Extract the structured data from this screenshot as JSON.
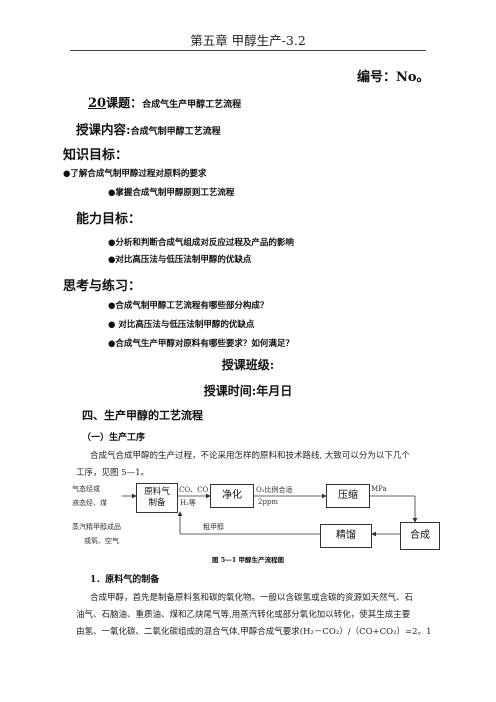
{
  "header": {
    "title": "第五章  甲醇生产-3.2"
  },
  "serial": "编号：No。",
  "topic": {
    "number": "20",
    "label": "课题：",
    "title": "合成气生产甲醇工艺流程"
  },
  "content": {
    "label": "授课内容:",
    "value": "合成气制甲醇工艺流程"
  },
  "knowledge": {
    "heading": "知识目标：",
    "items": [
      "●了解合成气制甲醇过程对原料的要求",
      "●掌握合成气制甲醇原则工艺流程"
    ]
  },
  "ability": {
    "heading": "能力目标：",
    "items": [
      "●分析和判断合成气组成对反应过程及产品的影响",
      "●对比高压法与低压法制甲醇的优缺点"
    ]
  },
  "practice": {
    "heading": "思考与练习：",
    "items": [
      "●合成气制甲醇工艺流程有哪些部分构成？",
      "●  对比高压法与低压法制甲醇的优缺点",
      "●合成气生产甲醇对原料有哪些要求？如何满足？"
    ]
  },
  "class_info": {
    "class": "授课班级:",
    "time": "授课时间:年月日"
  },
  "section4": {
    "heading": "四、生产甲醇的工艺流程",
    "sub1": "（一）生产工序",
    "para1": [
      "合成气合成甲醇的生产过程，不论采用怎样的原料和技术路线, 大致可以分为以下几个",
      "工序，见图 5—1。"
    ]
  },
  "diagram": {
    "boxes": {
      "feed": "原料气\n制备",
      "purify": "净化",
      "compress": "压缩",
      "distill": "精馏",
      "synth": "合成"
    },
    "labels": {
      "in_top": "气态烃或",
      "in_bot": "液态烃、煤",
      "co": "CO、CO",
      "h2": "H₂等",
      "ratio": "O₂比例合适",
      "ppm": "2ppm",
      "mp": "MPa",
      "steam1": "蒸汽精甲醇成品",
      "steam2": "或氧、空气",
      "crude": "粗甲醇"
    },
    "caption": "图 5—1    甲醇生产流程图"
  },
  "sub_section": {
    "heading": "1．原料气的制备",
    "para": [
      "合成甲醇，首先是制备原料氢和碳的氧化物。一般以含碳氢或含碳的资源如天然气、石",
      "油气、石脑油、重质油、煤和乙炔尾气等,用蒸汽转化或部分氧化加以转化，使其生成主要",
      "由氢、一氧化碳、二氧化碳组成的混合气体,甲醇合成气要求(H₂－CO₂）/（CO+CO₂）=2。1"
    ]
  }
}
